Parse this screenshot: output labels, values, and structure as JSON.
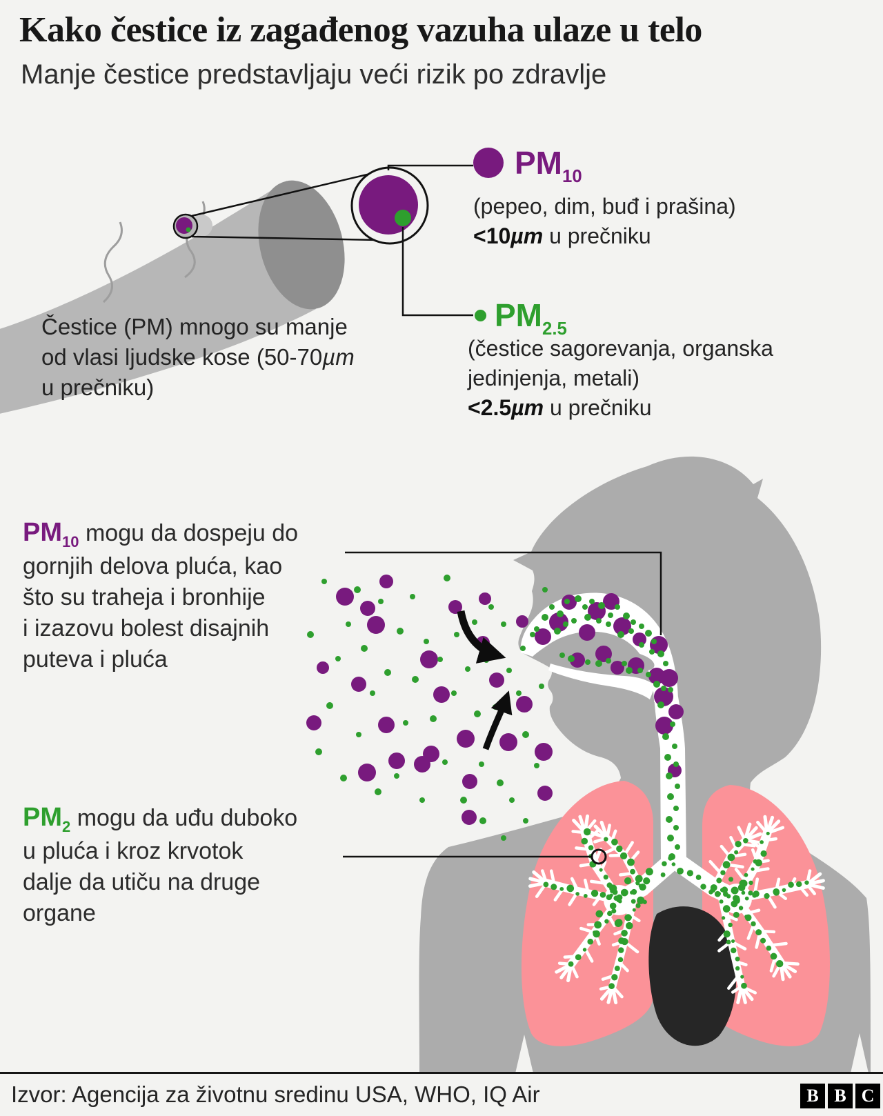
{
  "title": "Kako čestice iz zagađenog vazuha ulaze u telo",
  "subtitle": "Manje čestice predstavljaju veći rizik po zdravlje",
  "legend": {
    "pm10": {
      "name": "PM",
      "sub": "10",
      "desc": "(pepeo, dim, buđ i prašina)",
      "size_bold": "<10",
      "size_unit": "µm",
      "size_rest": " u prečniku"
    },
    "pm25": {
      "name": "PM",
      "sub": "2.5",
      "desc_line1": "(čestice sagorevanja, organska",
      "desc_line2": "jedinjenja, metali)",
      "size_bold": "<2.5",
      "size_unit": "µm",
      "size_rest": " u prečniku"
    }
  },
  "hair_note": {
    "line1": "Čestice (PM) mnogo su manje",
    "line2_pre": "od vlasi ljudske kose (50-70",
    "line2_unit": "µm",
    "line3": "u prečniku)"
  },
  "pm10_para": {
    "badge": "PM",
    "badge_sub": "10",
    "line1": " mogu da dospeju do",
    "line2": "gornjih delova pluća, kao",
    "line3": "što su traheja i bronhije",
    "line4": "i izazovu bolest disajnih",
    "line5": "puteva i pluća"
  },
  "pm2_para": {
    "badge": "PM",
    "badge_sub": "2",
    "line1": " mogu da uđu duboko",
    "line2": "u pluća i kroz krvotok",
    "line3": "dalje da utiču na druge",
    "line4": "organe"
  },
  "footer": {
    "source": "Izvor: Agencija za životnu sredinu USA, WHO, IQ Air",
    "logo_letters": [
      "B",
      "B",
      "C"
    ]
  },
  "colors": {
    "pm10_purple": "#781A7E",
    "pm25_green": "#2E9F2E",
    "lungs_pink": "#FB9298",
    "silhouette_gray": "#ACACAC",
    "heart_dark": "#262626",
    "background": "#F3F3F1"
  }
}
